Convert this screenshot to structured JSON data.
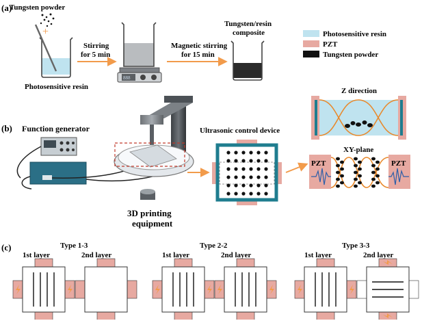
{
  "panel_a": {
    "label": "(a)",
    "tungsten_powder": "Tungsten powder",
    "photosensitive_resin": "Photosensitive  resin",
    "stirring_line1": "Stirring",
    "stirring_line2": "for 5 min",
    "magnetic_line1": "Magnetic stirring",
    "magnetic_line2": "for 15 min",
    "composite_line1": "Tungsten/resin",
    "composite_line2": "composite",
    "stirrer_display": "888"
  },
  "legend": {
    "items": [
      {
        "label": "Photosensitive resin",
        "color": "#bfe3ef"
      },
      {
        "label": "PZT",
        "color": "#e7a9a1"
      },
      {
        "label": "Tungsten powder",
        "color": "#111111"
      }
    ]
  },
  "panel_b": {
    "label": "(b)",
    "function_generator": "Function generator",
    "printing_line1": "3D printing",
    "printing_line2": "equipment",
    "ultrasonic_device": "Ultrasonic control device",
    "z_direction": "Z direction",
    "xy_plane": "XY-plane",
    "pzt_left": "PZT",
    "pzt_right": "PZT"
  },
  "panel_c": {
    "label": "(c)",
    "types": [
      {
        "title": "Type 1-3",
        "layer1": "1st layer",
        "layer2": "2nd layer"
      },
      {
        "title": "Type 2-2",
        "layer1": "1st layer",
        "layer2": "2nd layer"
      },
      {
        "title": "Type 3-3",
        "layer1": "1st layer",
        "layer2": "2nd layer"
      }
    ]
  },
  "colors": {
    "resin": "#bfe3ef",
    "pzt": "#e7a9a1",
    "arrow": "#f29b4b",
    "teal": "#1f7d8f",
    "wave": "#e8892c"
  }
}
